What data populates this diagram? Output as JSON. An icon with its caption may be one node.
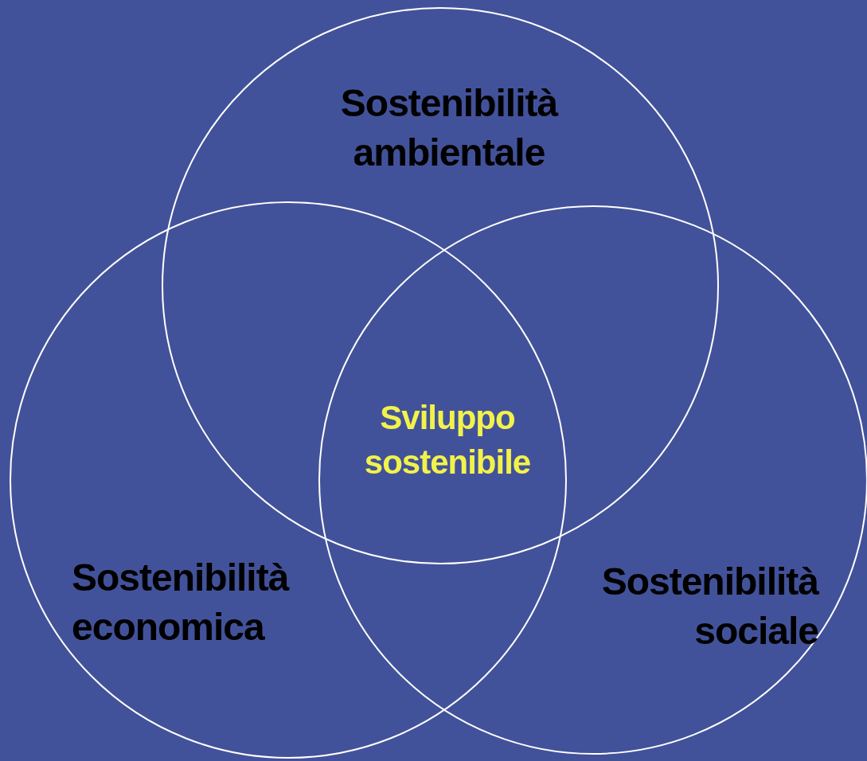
{
  "diagram": {
    "nodes": [
      {
        "text": [
          "Sostenibilità ambientale"
        ]
      },
      {
        "text": [
          "Sostenibilità economica"
        ]
      },
      {
        "text": [
          "Sostenibilità sociale"
        ]
      }
    ],
    "edges": [],
    "labels": [
      "Sviluppo sostenibile"
    ]
  }
}
